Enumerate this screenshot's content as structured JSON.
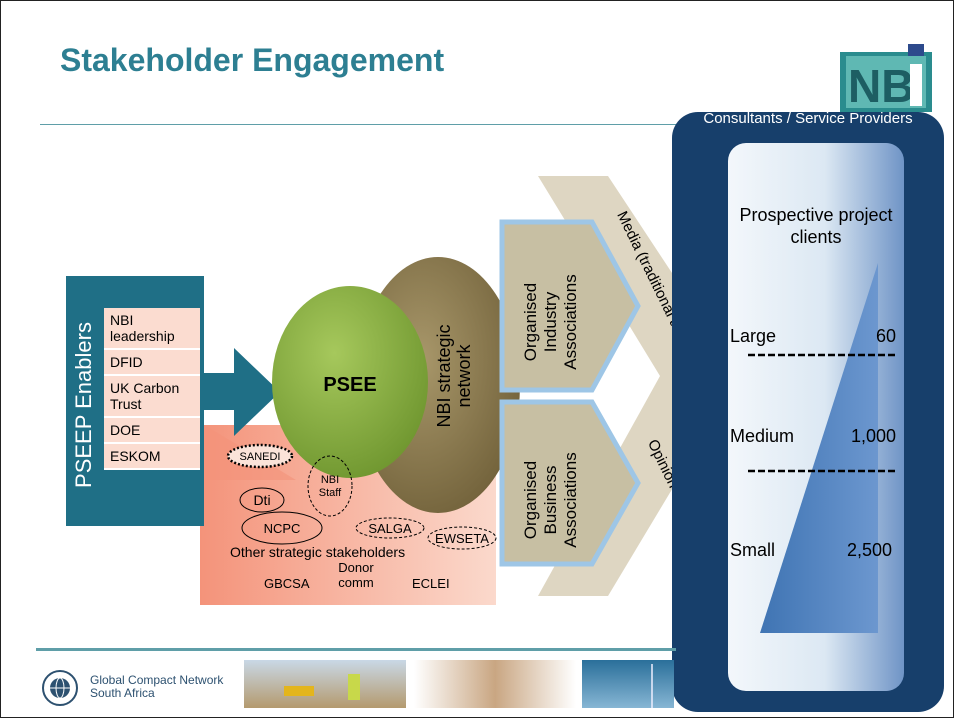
{
  "slide": {
    "title": "Stakeholder Engagement"
  },
  "enablers": {
    "heading": "PSEEP Enablers",
    "items": [
      "NBI leadership",
      "DFID",
      "UK Carbon Trust",
      "DOE",
      "ESKOM"
    ]
  },
  "core": {
    "psee": "PSEE",
    "nbi_network": "NBI strategic network"
  },
  "other_stakeholders": {
    "heading": "Other strategic stakeholders",
    "saned": "SANEDI",
    "nbi_staff": "NBI Staff",
    "dti": "Dti",
    "ncpc": "NCPC",
    "salga": "SALGA",
    "ewseta": "EWSETA",
    "gbcsa": "GBCSA",
    "donor": "Donor comm",
    "eclei": "ECLEI"
  },
  "associations": {
    "industry": "Organised Industry Associations",
    "business": "Organised Business Associations"
  },
  "media": {
    "label": "Media (traditional and social)",
    "opinion": "Opinion formers"
  },
  "clients": {
    "consultants": "Consultants / Service Providers",
    "heading": "Prospective project clients",
    "segments": [
      {
        "label": "Large",
        "value": "60"
      },
      {
        "label": "Medium",
        "value": "1,000"
      },
      {
        "label": "Small",
        "value": "2,500"
      }
    ]
  },
  "footer": {
    "org_line1": "Global Compact Network",
    "org_line2": "South Africa"
  },
  "colors": {
    "title": "#2d7f92",
    "enabler_box": "#1f6f86",
    "psee": "#8fb64a",
    "nbi_network": "#8b7a4a",
    "client_box": "#173f6b",
    "stakeholders_bg": "#f49f83"
  }
}
